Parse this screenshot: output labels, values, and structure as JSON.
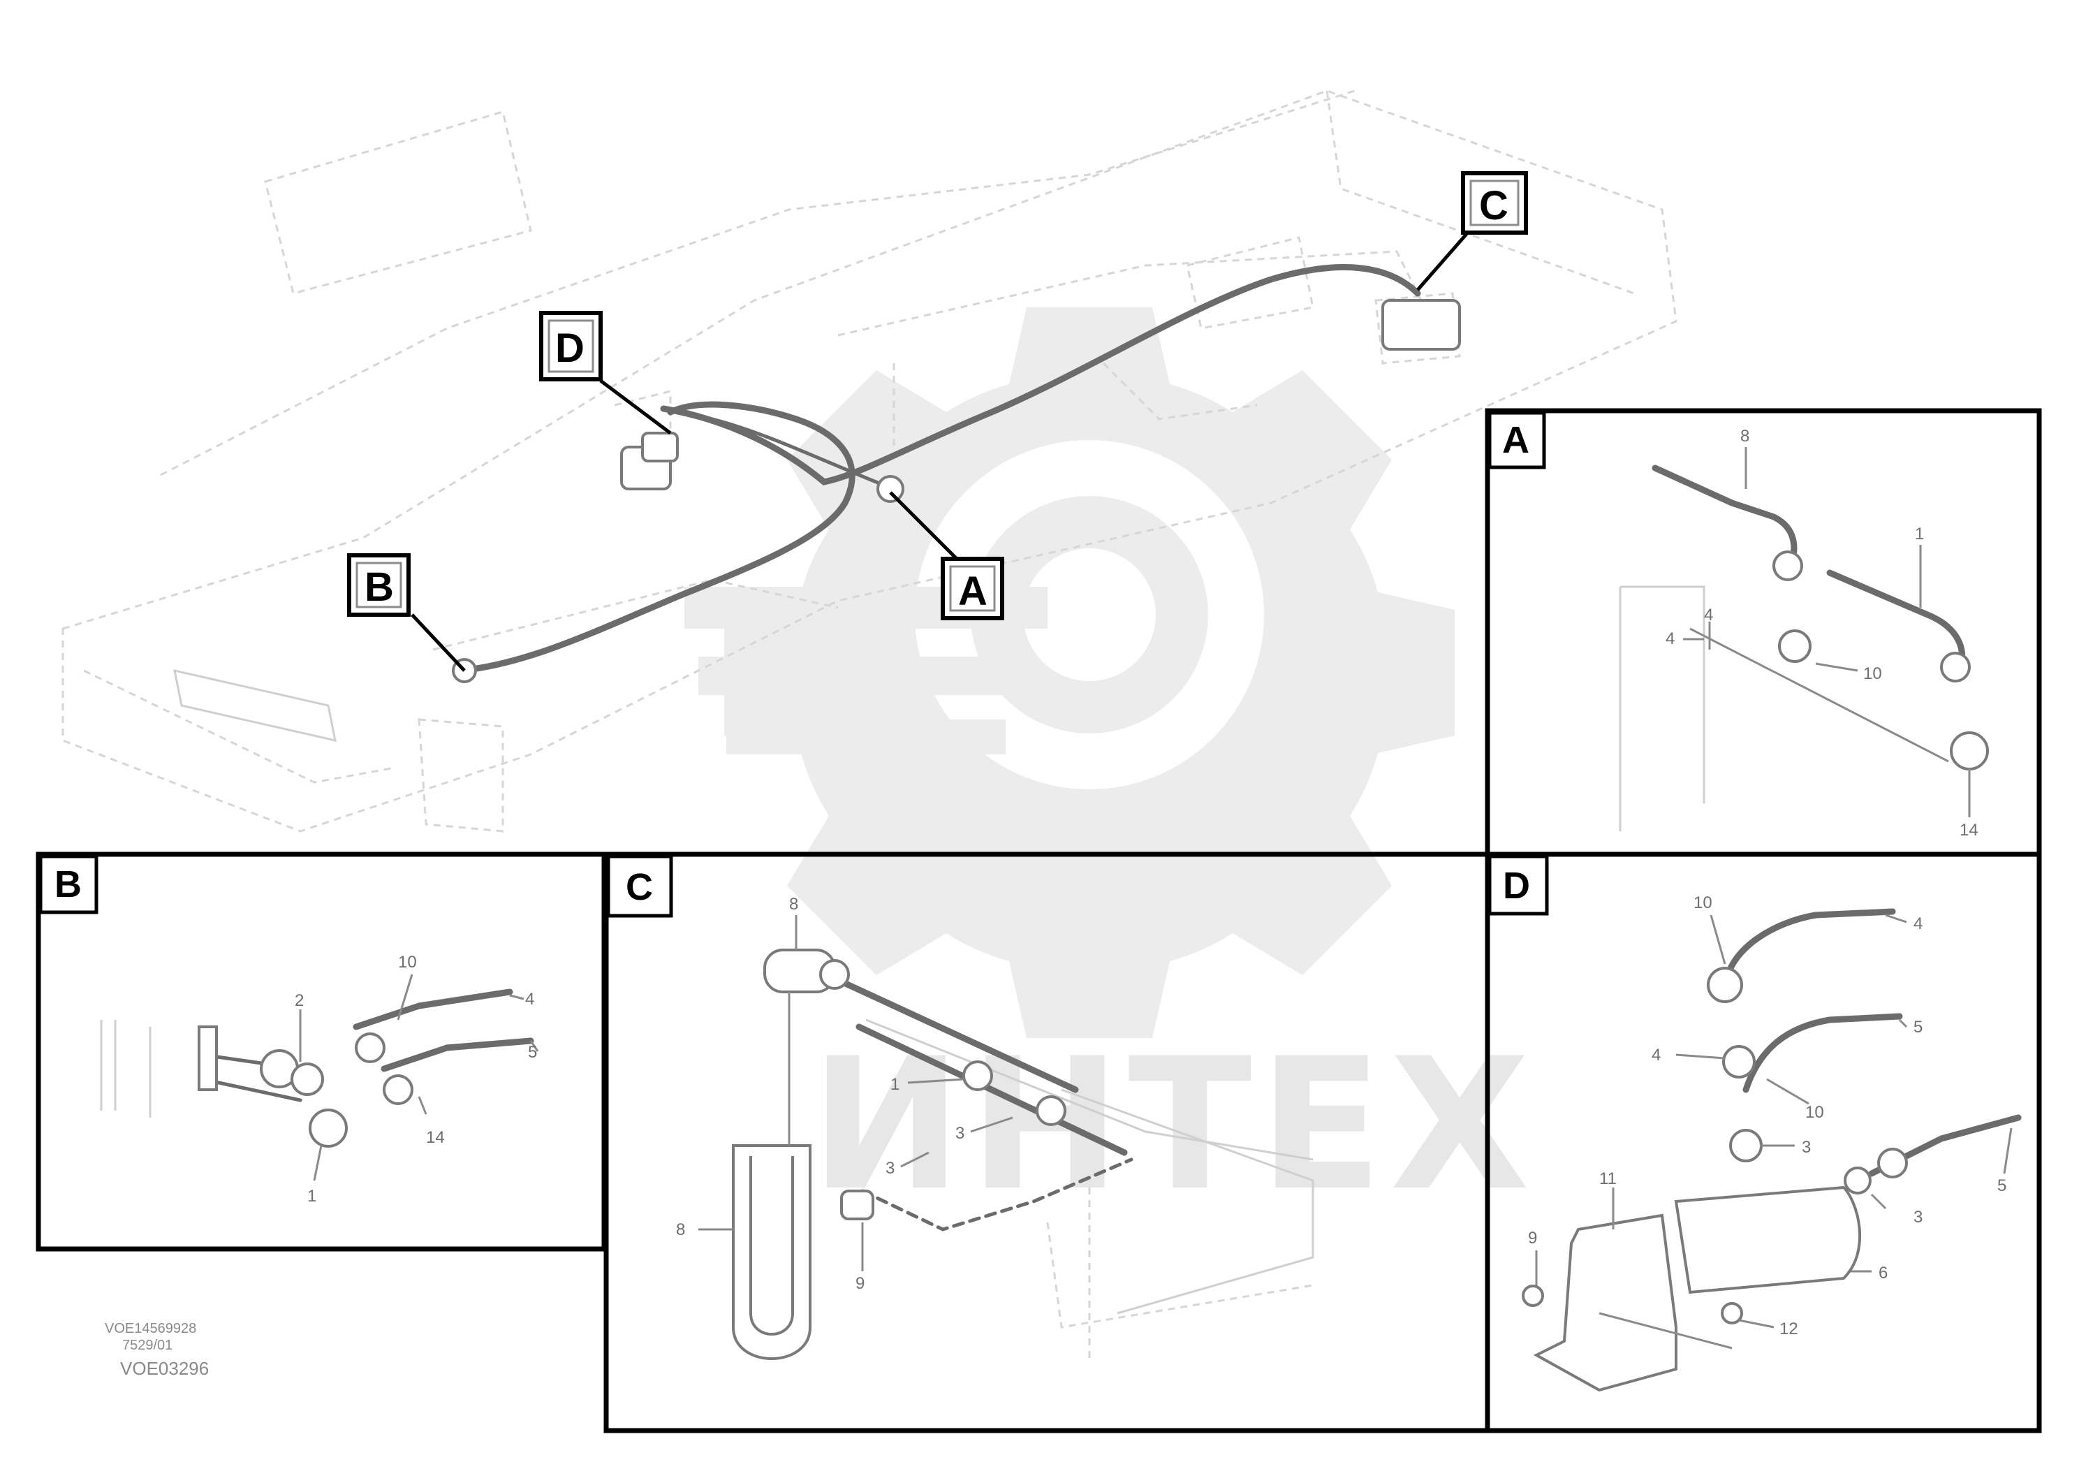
{
  "watermark": {
    "text": "ИНТЕХ"
  },
  "overview_callouts": [
    {
      "id": "A",
      "label": "A"
    },
    {
      "id": "B",
      "label": "B"
    },
    {
      "id": "C",
      "label": "C"
    },
    {
      "id": "D",
      "label": "D"
    }
  ],
  "detail_views": {
    "A": {
      "tag": "A",
      "numbers": [
        "8",
        "1",
        "4",
        "4",
        "10",
        "14"
      ]
    },
    "B": {
      "tag": "B",
      "numbers": [
        "10",
        "4",
        "2",
        "5",
        "14",
        "1"
      ]
    },
    "C": {
      "tag": "C",
      "numbers": [
        "8",
        "1",
        "3",
        "3",
        "8",
        "9"
      ]
    },
    "D": {
      "tag": "D",
      "numbers": [
        "10",
        "4",
        "4",
        "5",
        "10",
        "3",
        "5",
        "3",
        "11",
        "9",
        "6",
        "12"
      ]
    }
  },
  "drawing_reference": {
    "line1": "VOE14569928",
    "line2": "7529/01",
    "code": "VOE03296"
  }
}
